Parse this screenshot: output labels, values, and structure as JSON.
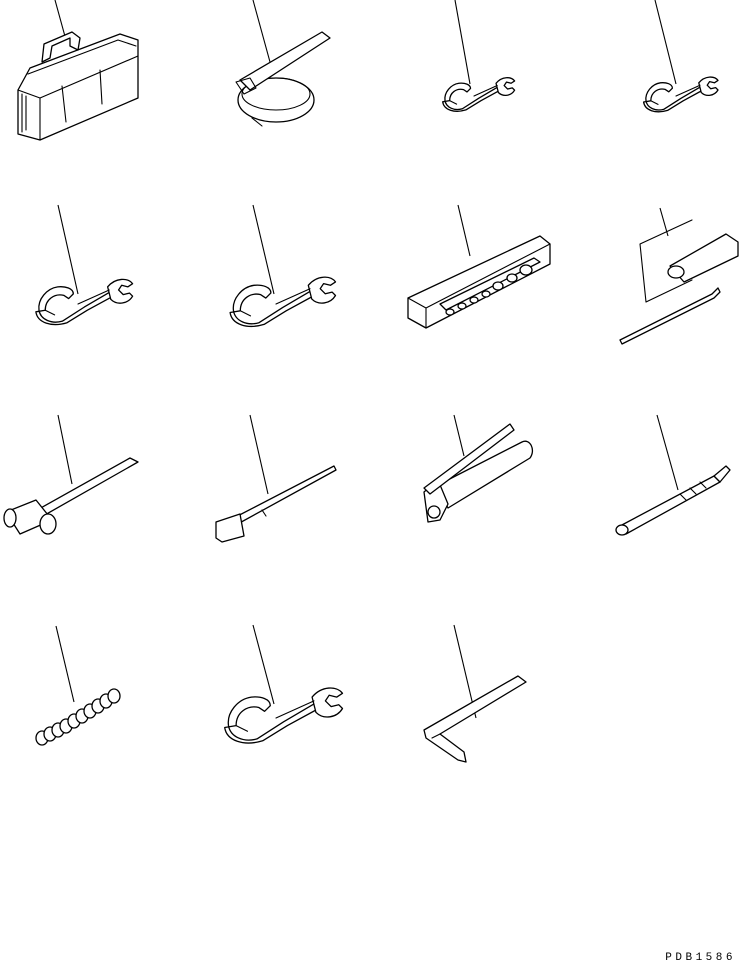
{
  "drawing_code": "PDB1586",
  "tools": [
    {
      "row": 1,
      "col": 1,
      "icon": "tool-bag-icon"
    },
    {
      "row": 1,
      "col": 2,
      "icon": "filter-wrench-icon"
    },
    {
      "row": 1,
      "col": 3,
      "icon": "open-end-wrench-icon"
    },
    {
      "row": 1,
      "col": 4,
      "icon": "open-end-wrench-icon"
    },
    {
      "row": 2,
      "col": 1,
      "icon": "open-end-wrench-icon"
    },
    {
      "row": 2,
      "col": 2,
      "icon": "open-end-wrench-icon"
    },
    {
      "row": 2,
      "col": 3,
      "icon": "socket-set-case-icon"
    },
    {
      "row": 2,
      "col": 4,
      "icon": "screwdriver-set-icon"
    },
    {
      "row": 3,
      "col": 1,
      "icon": "hammer-icon"
    },
    {
      "row": 3,
      "col": 2,
      "icon": "pry-bar-icon"
    },
    {
      "row": 3,
      "col": 3,
      "icon": "grease-gun-icon"
    },
    {
      "row": 3,
      "col": 4,
      "icon": "grease-nozzle-icon"
    },
    {
      "row": 4,
      "col": 1,
      "icon": "spring-icon"
    },
    {
      "row": 4,
      "col": 2,
      "icon": "open-end-wrench-icon"
    },
    {
      "row": 4,
      "col": 3,
      "icon": "hex-key-icon"
    }
  ]
}
